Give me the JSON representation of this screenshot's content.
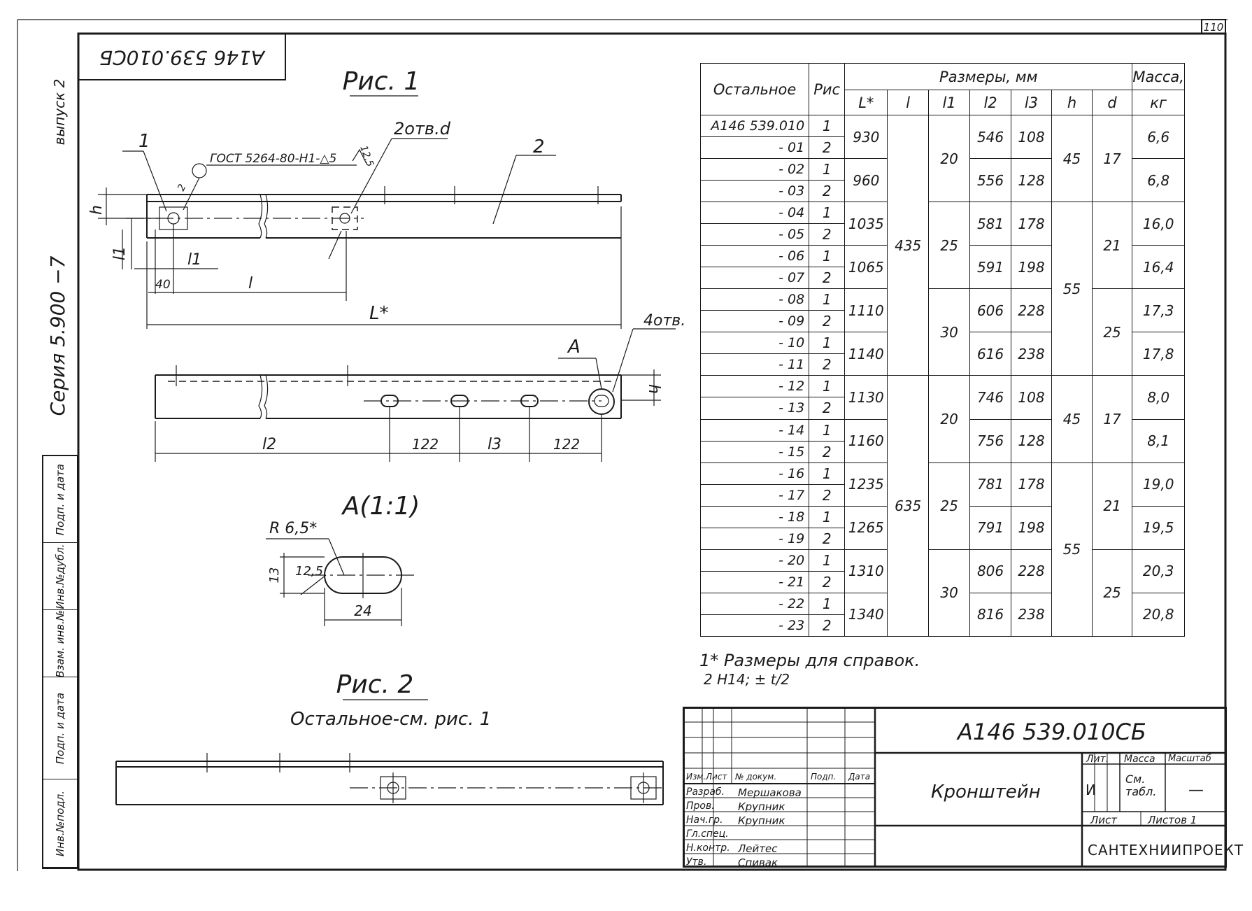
{
  "sheet_number": "110",
  "stamp_code_rotated": "А146 539.010СБ",
  "series_vertical": "Серия 5.900 −7",
  "issue_vertical": "выпуск 2",
  "fig1": {
    "title": "Рис. 1",
    "callout_1": "1",
    "callout_2": "2",
    "holes_note": "2отв.d",
    "weld_note": "ГОСТ 5264-80-Н1-△5",
    "weld_leg": "2",
    "roughness": "12,5",
    "dim_h": "h",
    "dim_l1_side": "l1",
    "dim_l1": "l1",
    "dim_40": "40",
    "dim_l": "l",
    "dim_L": "L*",
    "callout_A": "A",
    "holes4": "4отв.",
    "dim_h2": "h",
    "dim_l2": "l2",
    "dim_122a": "122",
    "dim_l3": "l3",
    "dim_122b": "122"
  },
  "detailA": {
    "title": "A(1:1)",
    "radius": "R 6,5*",
    "dim_13": "13",
    "dim_125": "12,5",
    "dim_24": "24"
  },
  "fig2": {
    "title": "Рис. 2",
    "note": "Остальное-см. рис. 1"
  },
  "notes": {
    "n1": "1* Размеры для справок.",
    "n2": "2 Н14; ± t/2"
  },
  "table": {
    "h_designation": "Остальное",
    "h_fig": "Рис",
    "h_sizes": "Размеры, мм",
    "h_mass": "Масса,",
    "h_mass_unit": "кг",
    "cols": [
      "L*",
      "l",
      "l1",
      "l2",
      "l3",
      "h",
      "d"
    ],
    "designations": [
      "А146 539.010",
      "- 01",
      "- 02",
      "- 03",
      "- 04",
      "- 05",
      "- 06",
      "- 07",
      "- 08",
      "- 09",
      "- 10",
      "- 11",
      "- 12",
      "- 13",
      "- 14",
      "- 15",
      "- 16",
      "- 17",
      "- 18",
      "- 19",
      "- 20",
      "- 21",
      "- 22",
      "- 23"
    ],
    "figs": [
      "1",
      "2",
      "1",
      "2",
      "1",
      "2",
      "1",
      "2",
      "1",
      "2",
      "1",
      "2",
      "1",
      "2",
      "1",
      "2",
      "1",
      "2",
      "1",
      "2",
      "1",
      "2",
      "1",
      "2"
    ],
    "L": [
      "930",
      "960",
      "1035",
      "1065",
      "1110",
      "1140",
      "1130",
      "1160",
      "1235",
      "1265",
      "1310",
      "1340"
    ],
    "l": [
      "435",
      "635"
    ],
    "l1": [
      "20",
      "25",
      "30",
      "20",
      "25",
      "30"
    ],
    "l2": [
      "546",
      "556",
      "581",
      "591",
      "606",
      "616",
      "746",
      "756",
      "781",
      "791",
      "806",
      "816"
    ],
    "l3": [
      "108",
      "128",
      "178",
      "198",
      "228",
      "238",
      "108",
      "128",
      "178",
      "198",
      "228",
      "238"
    ],
    "h": [
      "45",
      "55",
      "45",
      "55"
    ],
    "d": [
      "17",
      "21",
      "25",
      "17",
      "21",
      "25"
    ],
    "mass": [
      "6,6",
      "6,8",
      "16,0",
      "16,4",
      "17,3",
      "17,8",
      "8,0",
      "8,1",
      "19,0",
      "19,5",
      "20,3",
      "20,8"
    ]
  },
  "title_block": {
    "code": "А146 539.010СБ",
    "name": "Кронштейн",
    "lit": "Лит.",
    "mass": "Масса",
    "scale": "Масштаб",
    "lit_value": "И",
    "mass_value": "См. табл.",
    "scale_value": "—",
    "sheet": "Лист",
    "sheets": "Листов 1",
    "org": "САНТЕХНИИПРОЕКТ",
    "col_headers": [
      "Изм.",
      "Лист",
      "№ докум.",
      "Подп.",
      "Дата"
    ],
    "rows": [
      {
        "role": "Разраб.",
        "name": "Мершакова"
      },
      {
        "role": "Пров.",
        "name": "Крупник"
      },
      {
        "role": "Нач.гр.",
        "name": "Крупник"
      },
      {
        "role": "Гл.спец.",
        "name": ""
      },
      {
        "role": "Н.контр.",
        "name": "Лейтес"
      },
      {
        "role": "Утв.",
        "name": "Спивак"
      }
    ]
  },
  "side_stamp": [
    "Инв.№подл.",
    "Подп. и дата",
    "Взам. инв.№",
    "Инв.№дубл.",
    "Подп. и дата"
  ]
}
